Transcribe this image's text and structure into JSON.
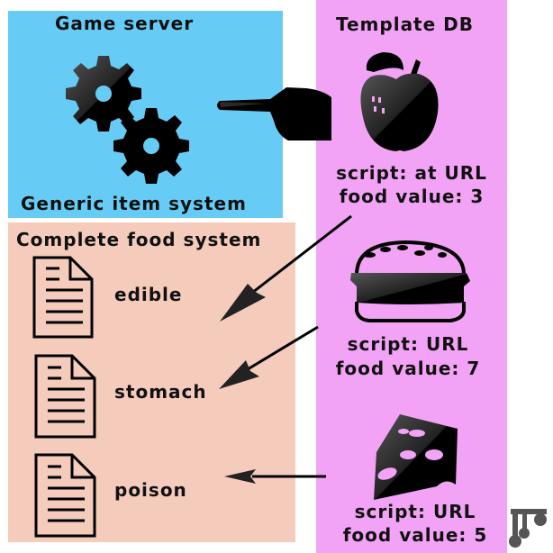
{
  "server": {
    "title": "Game server",
    "subtitle": "Generic item system",
    "color": "#66ccf5"
  },
  "food_system": {
    "title": "Complete food system",
    "color": "#f5cbbb",
    "modules": [
      {
        "name": "edible",
        "icon": "document-icon"
      },
      {
        "name": "stomach",
        "icon": "document-icon"
      },
      {
        "name": "poison",
        "icon": "document-icon"
      }
    ]
  },
  "template_db": {
    "title": "Template DB",
    "color": "#f3a3f5",
    "items": [
      {
        "icon": "apple-icon",
        "script": "script: at URL",
        "food": "food value: 3"
      },
      {
        "icon": "burger-icon",
        "script": "script: URL",
        "food": "food value: 7"
      },
      {
        "icon": "cheese-icon",
        "script": "script: URL",
        "food": "food value: 5"
      }
    ]
  },
  "connections": [
    {
      "from": "template_db.items.0",
      "to": "food_system.modules.0"
    },
    {
      "from": "template_db.items.1",
      "to": "food_system.modules.1"
    },
    {
      "from": "template_db.items.2",
      "to": "food_system.modules.2"
    },
    {
      "from": "pointing-hand",
      "to": "template_db.items.0"
    }
  ]
}
